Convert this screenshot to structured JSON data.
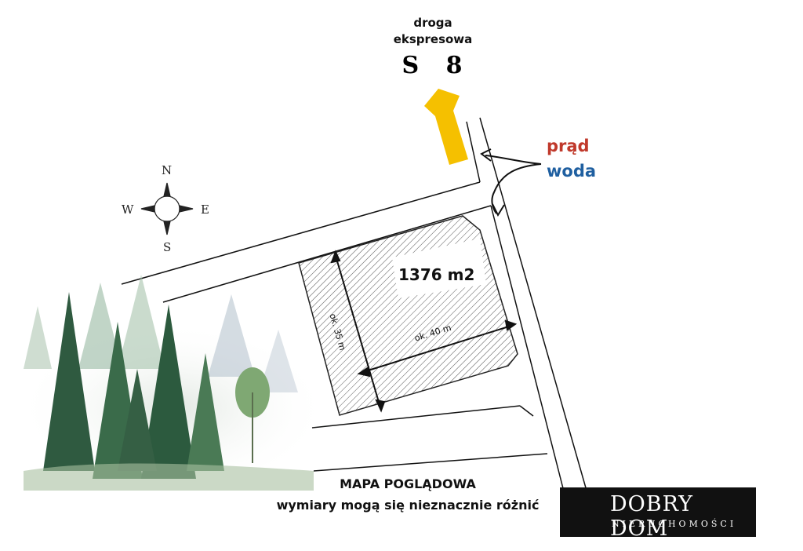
{
  "road": {
    "label_line1": "droga",
    "label_line2": "ekspresowa",
    "code": "S 8"
  },
  "utilities": {
    "power": "prąd",
    "water": "woda"
  },
  "compass": {
    "north": "N",
    "south": "S",
    "west": "W",
    "east": "E"
  },
  "plot": {
    "area": "1376 m2",
    "depth_label": "ok. 35 m",
    "width_label": "ok. 40 m"
  },
  "caption": {
    "title": "MAPA POGLĄDOWA",
    "note": "wymiary mogą się nieznacznie różnić"
  },
  "logo": {
    "name": "DOBRY DOM",
    "subtitle": "NIERUCHOMOŚCI"
  },
  "colors": {
    "arrow": "#f5c000",
    "power": "#c0392b",
    "water": "#1f5fa0",
    "logo_bg": "#111111",
    "logo_gold": "#e8b400"
  }
}
